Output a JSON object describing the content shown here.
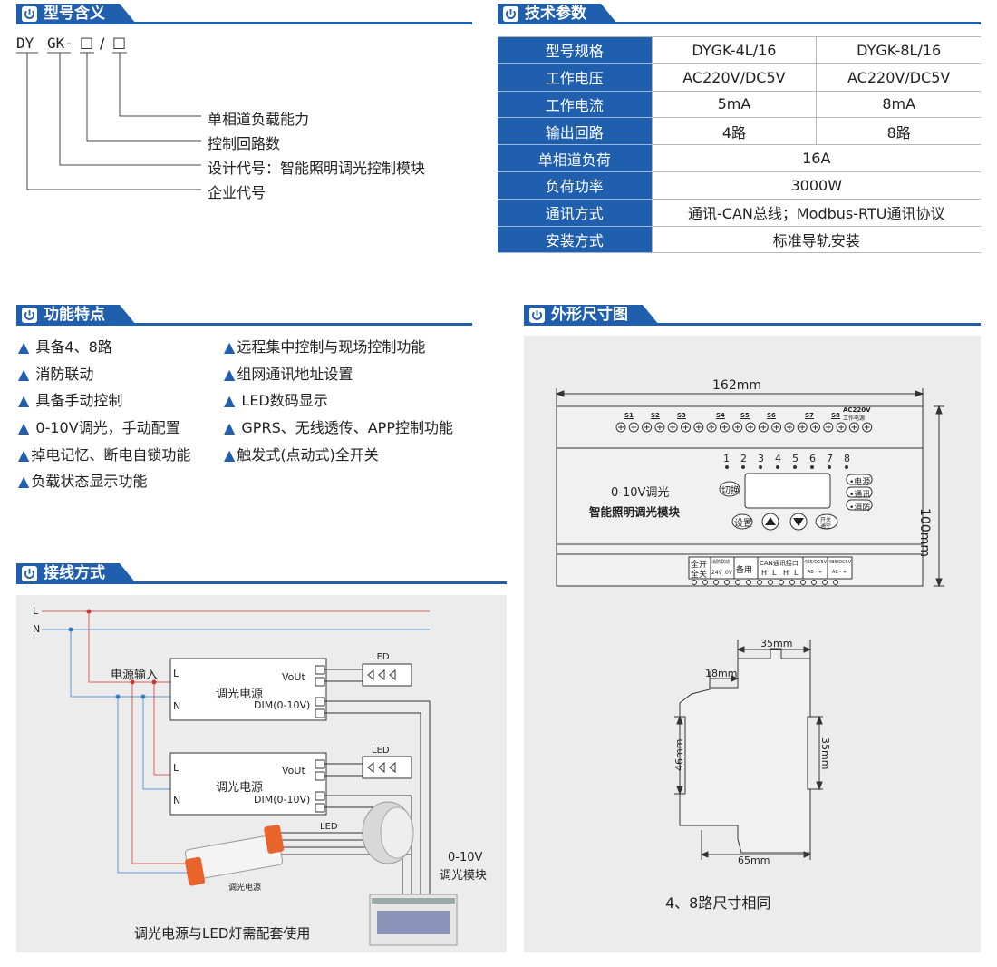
{
  "sections": {
    "model": "型号含义",
    "tech": "技术参数",
    "features": "功能特点",
    "dimension": "外形尺寸图",
    "wiring": "接线方式"
  },
  "model": {
    "code_dy": "DY",
    "code_gk": "GK-",
    "code_box1": "□",
    "code_slash": "/",
    "code_box2": "□",
    "desc": [
      "单相道负载能力",
      "控制回路数",
      "设计代号：智能照明调光控制模块",
      "企业代号"
    ]
  },
  "spec": {
    "rows": [
      [
        "型号规格",
        "DYGK-4L/16",
        "DYGK-8L/16"
      ],
      [
        "工作电压",
        "AC220V/DC5V",
        "AC220V/DC5V"
      ],
      [
        "工作电流",
        "5mA",
        "8mA"
      ],
      [
        "输出回路",
        "4路",
        "8路"
      ],
      [
        "单相道负荷",
        "16A"
      ],
      [
        "负荷功率",
        "3000W"
      ],
      [
        "通讯方式",
        "通讯-CAN总线；Modbus-RTU通讯协议"
      ],
      [
        "安装方式",
        "标准导轨安装"
      ]
    ]
  },
  "features": {
    "marker": "▲",
    "left": [
      "具备4、8路",
      "消防联动",
      "具备手动控制",
      "0-10V调光，手动配置",
      "掉电记忆、断电自锁功能",
      "负载状态显示功能"
    ],
    "right": [
      "远程集中控制与现场控制功能",
      "组网通讯地址设置",
      "LED数码显示",
      "GPRS、无线透传、APP控制功能",
      "触发式(点动式)全开关"
    ]
  },
  "dimension": {
    "width": "162mm",
    "height": "100mm",
    "ac": "AC220V",
    "ac_sub": "工作电源",
    "terminals": [
      "S1",
      "S2",
      "S3",
      "S4",
      "S5",
      "S6",
      "S7",
      "S8"
    ],
    "channels": [
      "1",
      "2",
      "3",
      "4",
      "5",
      "6",
      "7",
      "8"
    ],
    "front_title1": "0-10V调光",
    "front_title2": "智能照明调光模块",
    "btn_switch": "切换",
    "btn_setup": "设置",
    "btn_onoff1": "开关",
    "btn_onoff2": "通空",
    "status": [
      "•电源",
      "•通讯",
      "•消防"
    ],
    "bottom_blocks": {
      "all_on": "全开",
      "all_off": "全关",
      "fire": "消防联动",
      "fire_24": "24V",
      "fire_0": "0V",
      "spare": "备用",
      "can": "CAN通讯接口",
      "can_pins": [
        "H",
        "L",
        "H",
        "L"
      ],
      "rs1": "485/DC5V",
      "rs1_pins": "AB - +",
      "rs2": "485/DC5V",
      "rs2_pins": "AB - +"
    },
    "side_top": "35mm",
    "side_step": "18mm",
    "side_left": "46mm",
    "side_right": "35mm",
    "side_bottom": "65mm",
    "note": "4、8路尺寸相同"
  },
  "wiring": {
    "L": "L",
    "N": "N",
    "power_input": "电源输入",
    "psu1": "调光电源",
    "psu2": "调光电源",
    "pin_L": "L",
    "pin_N": "N",
    "vout": "VoUt",
    "dim": "DIM(0-10V)",
    "led": "LED",
    "led_line": "LED",
    "module_1": "0-10V",
    "module_2": "调光模块",
    "driver_label": "调光电源",
    "caption": "调光电源与LED灯需配套使用"
  }
}
